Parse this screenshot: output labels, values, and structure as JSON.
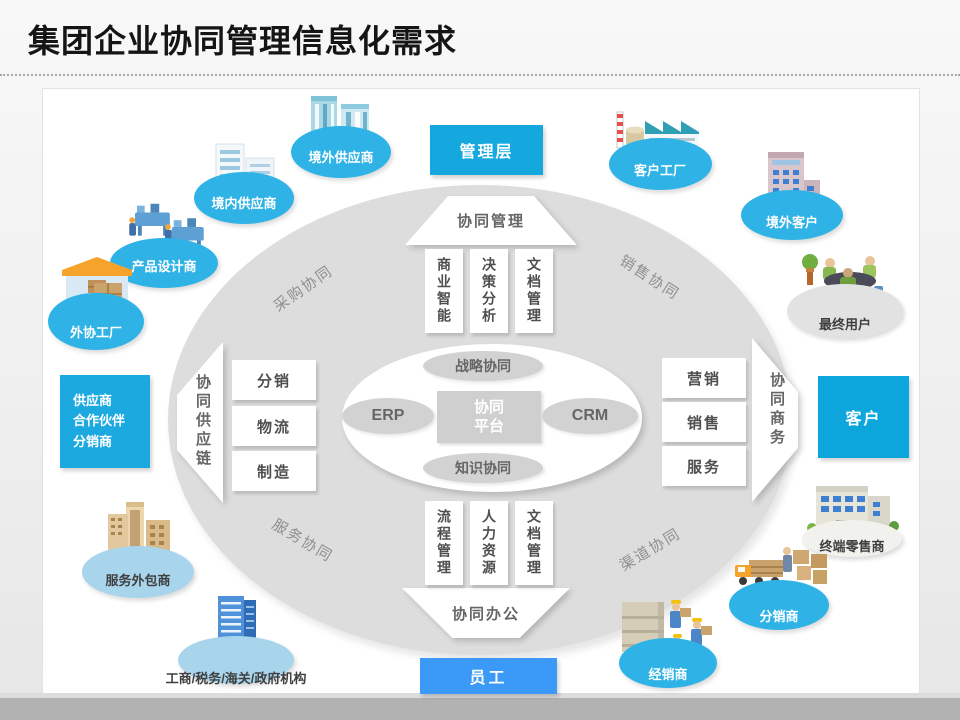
{
  "title": "集团企业协同管理信息化需求",
  "colors": {
    "accent_cyan": "#14a8de",
    "bright_blue": "#3b9af8",
    "entity_blue": "#2fb3e6",
    "entity_pale_blue": "#a9d5ec",
    "entity_gray": "#e2e2e2"
  },
  "center": {
    "platform": "协同\n平台",
    "erp": "ERP",
    "crm": "CRM",
    "strategy": "战略协同",
    "knowledge": "知识协同"
  },
  "arrows": {
    "top": {
      "label": "协同管理",
      "boxes": [
        "商业智能",
        "决策分析",
        "文档管理"
      ]
    },
    "bottom": {
      "label": "协同办公",
      "boxes": [
        "流程管理",
        "人力资源",
        "文档管理"
      ]
    },
    "left": {
      "label": "协同供应链",
      "boxes": [
        "分销",
        "物流",
        "制造"
      ]
    },
    "right": {
      "label": "协同商务",
      "boxes": [
        "营销",
        "销售",
        "服务"
      ]
    }
  },
  "quadrants": {
    "top_left": "采购协同",
    "top_right": "销售协同",
    "bottom_left": "服务协同",
    "bottom_right": "渠道协同"
  },
  "stakeholders": {
    "top": "管理层",
    "bottom": "员工",
    "right": "客户",
    "left": "供应商\n合作伙伴\n分销商"
  },
  "entities": [
    {
      "label": "境外供应商",
      "style": "blue",
      "icon": "twin-towers-icon"
    },
    {
      "label": "境内供应商",
      "style": "blue",
      "icon": "office-towers-icon"
    },
    {
      "label": "产品设计商",
      "style": "blue",
      "icon": "machines-icon"
    },
    {
      "label": "外协工厂",
      "style": "blue",
      "icon": "warehouse-boxes-icon"
    },
    {
      "label": "服务外包商",
      "style": "pale",
      "icon": "tan-buildings-icon"
    },
    {
      "label": "工商/税务/海关/政府机构",
      "style": "pale",
      "icon": "government-tower-icon"
    },
    {
      "label": "客户工厂",
      "style": "blue",
      "icon": "factory-icon"
    },
    {
      "label": "境外客户",
      "style": "blue",
      "icon": "overseas-building-icon"
    },
    {
      "label": "最终用户",
      "style": "gray",
      "icon": "meeting-table-icon"
    },
    {
      "label": "终端零售商",
      "style": "gray",
      "icon": "retail-building-icon"
    },
    {
      "label": "分销商",
      "style": "blue",
      "icon": "truck-boxes-icon"
    },
    {
      "label": "经销商",
      "style": "blue",
      "icon": "warehouse-workers-icon"
    }
  ]
}
